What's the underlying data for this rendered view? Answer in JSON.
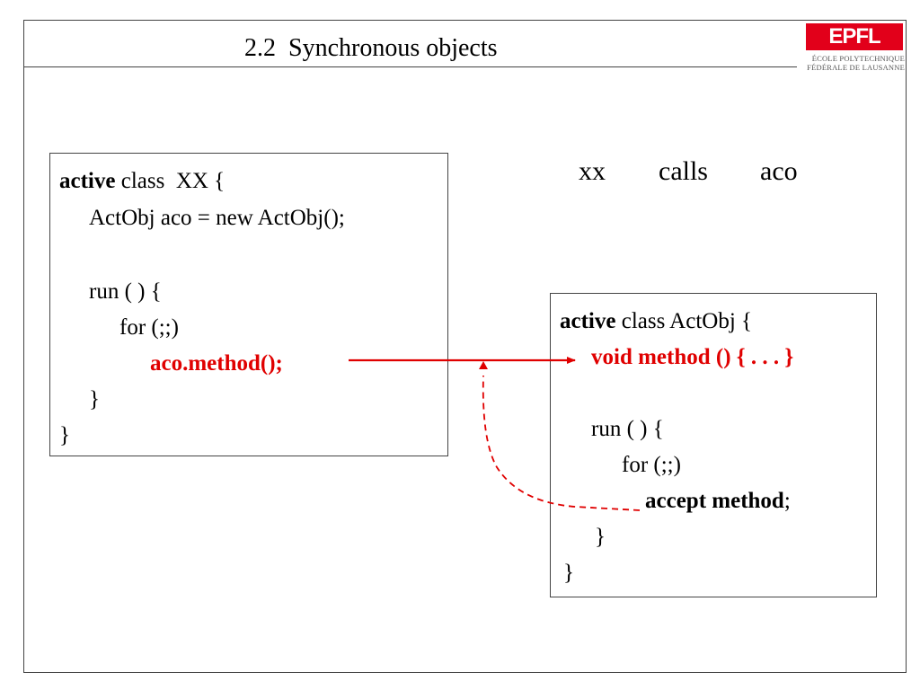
{
  "slide": {
    "title": "2.2  Synchronous objects"
  },
  "logo": {
    "letters": "EPFL",
    "line1": "ÉCOLE POLYTECHNIQUE",
    "line2": "FÉDÉRALE DE LAUSANNE"
  },
  "left_box": {
    "line1_kw": "active",
    "line1_rest": " class  XX {",
    "line2": "ActObj aco = new ActObj();",
    "line3": "run ( ) {",
    "line4": "for (;;)",
    "line5": "aco.method();",
    "line6": "}",
    "line7": "}"
  },
  "right_box": {
    "line1_kw": "active",
    "line1_rest": " class ActObj {",
    "line2": "void method () { . . . }",
    "line3": "run ( ) {",
    "line4": "for (;;)",
    "line5_kw": "accept method",
    "line5_rest": ";",
    "line6": "}",
    "line7": "}"
  },
  "caption": {
    "word1": "xx",
    "word2": "calls",
    "word3": "aco"
  },
  "colors": {
    "accent": "#e00000",
    "logo_red": "#e2001a"
  }
}
